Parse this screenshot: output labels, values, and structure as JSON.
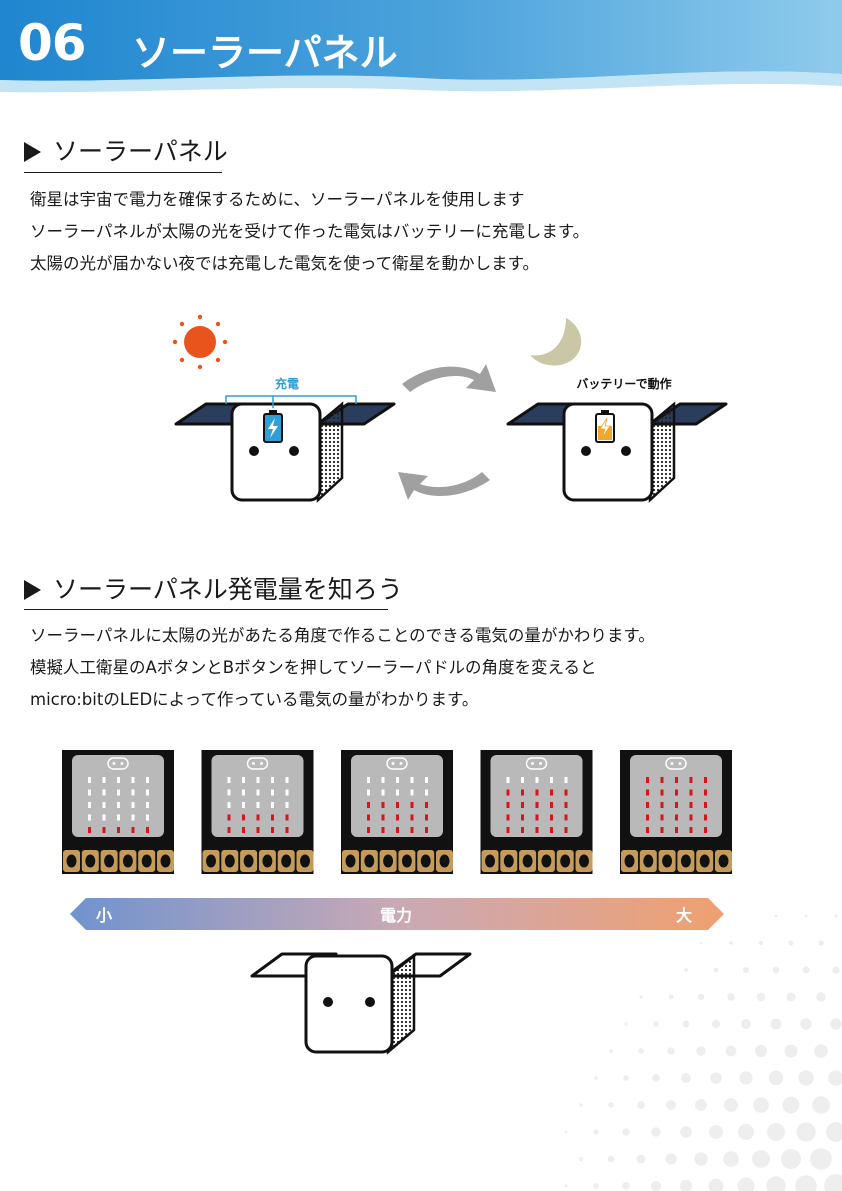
{
  "header": {
    "chapter_number": "06",
    "chapter_title": "ソーラーパネル"
  },
  "section1": {
    "heading": "ソーラーパネル",
    "lines": [
      "衛星は宇宙で電力を確保するために、ソーラーパネルを使用します",
      "ソーラーパネルが太陽の光を受けて作った電気はバッテリーに充電します。",
      "太陽の光が届かない夜では充電した電気を使って衛星を動かします。"
    ]
  },
  "cycle_diagram": {
    "charge_label": "充電",
    "battery_label": "バッテリーで動作",
    "sun_color": "#e8541c",
    "moon_color": "#c9c7a6",
    "charged_battery_color": "#2f9fd8",
    "low_battery_color": "#f0a72a"
  },
  "section2": {
    "heading": "ソーラーパネル発電量を知ろう",
    "lines": [
      "ソーラーパネルに太陽の光があたる角度で作ることのできる電気の量がかわります。",
      "模擬人工衛星のAボタンとBボタンを押してソーラーパドルの角度を変えると",
      "micro:bitのLEDによって作っている電気の量がわかります。"
    ]
  },
  "led_levels": [
    1,
    2,
    3,
    4,
    5
  ],
  "power_scale": {
    "low_label": "小",
    "center_label": "電力",
    "high_label": "大",
    "low_color": "#6f93cf",
    "high_color": "#f0a070"
  }
}
